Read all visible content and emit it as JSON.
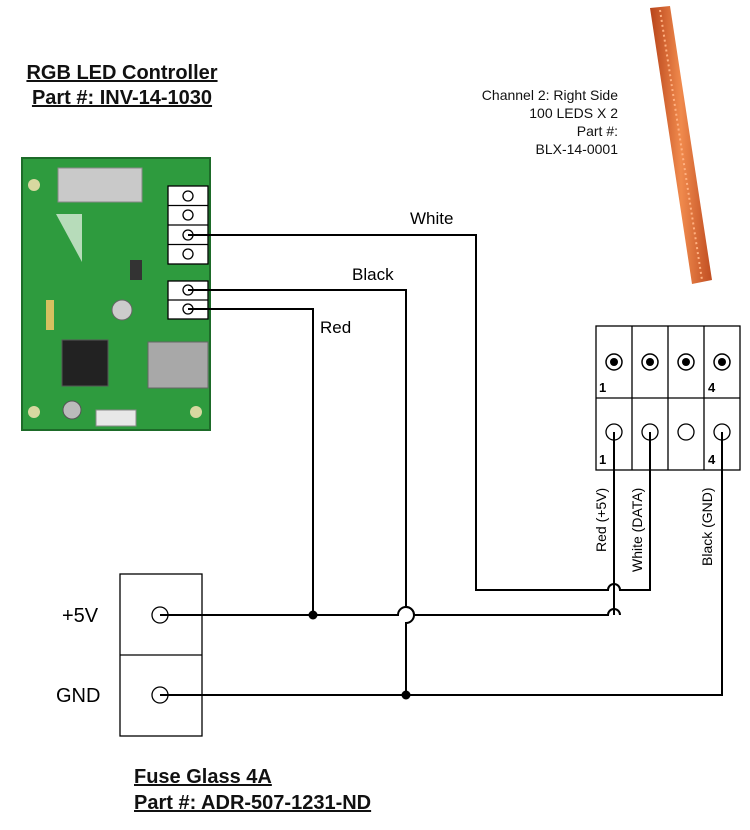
{
  "controller": {
    "title": "RGB LED Controller",
    "part": "Part #: INV-14-1030"
  },
  "channel": {
    "line1": "Channel 2: Right Side",
    "line2": "100 LEDS X 2",
    "line3": "Part #:",
    "line4": "BLX-14-0001"
  },
  "wires": {
    "white": "White",
    "black": "Black",
    "red": "Red"
  },
  "connector": {
    "pin_first": "1",
    "pin_last": "4",
    "label_red": "Red (+5V)",
    "label_white": "White (DATA)",
    "label_black": "Black (GND)"
  },
  "fuse": {
    "plus5v": "+5V",
    "gnd": "GND",
    "title": "Fuse Glass 4A",
    "part": "Part #: ADR-507-1231-ND"
  },
  "colors": {
    "pcb": "#2e9b3e",
    "led_strip": "#d9622b",
    "wire": "#000000"
  }
}
